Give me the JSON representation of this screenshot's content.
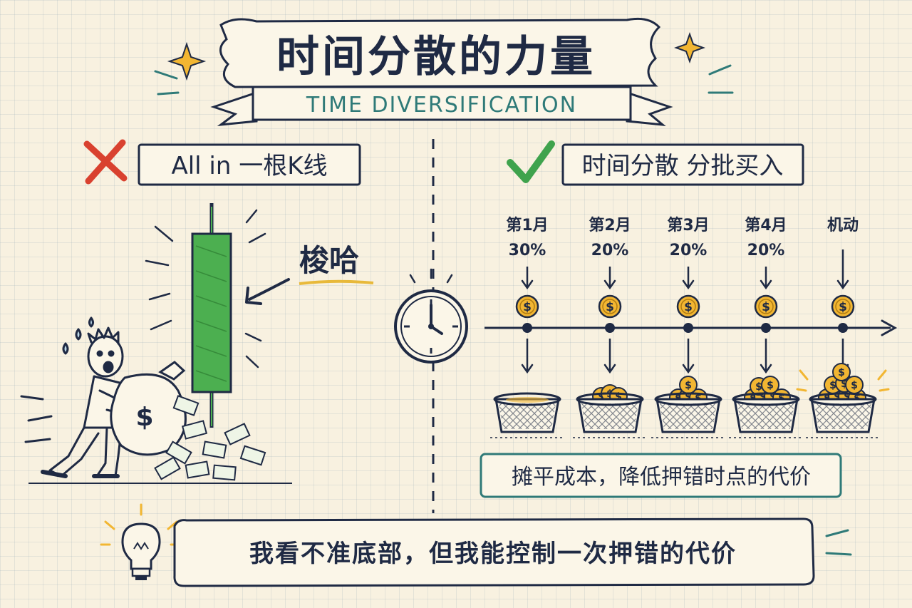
{
  "title": {
    "main": "时间分散的力量",
    "subtitle": "TIME DIVERSIFICATION"
  },
  "left": {
    "label": "All in 一根K线",
    "annotation": "梭哈"
  },
  "right": {
    "label": "时间分散 分批买入",
    "steps": [
      {
        "month": "第1月",
        "percent": "30%",
        "fill": 0
      },
      {
        "month": "第2月",
        "percent": "20%",
        "fill": 1
      },
      {
        "month": "第3月",
        "percent": "20%",
        "fill": 2
      },
      {
        "month": "第4月",
        "percent": "20%",
        "fill": 3
      },
      {
        "month": "机动",
        "percent": "",
        "fill": 4
      }
    ],
    "result": "摊平成本，降低押错时点的代价"
  },
  "footer": "我看不准底部，但我能控制一次押错的代价",
  "colors": {
    "ink": "#1f2a44",
    "teal": "#2f7a78",
    "green_candle": "#4caf50",
    "red_cross": "#d9412f",
    "check_green": "#3fa34d",
    "gold": "#f2b632",
    "highlight": "#e8b93a"
  },
  "icons": [
    "cross-icon",
    "check-icon",
    "clock-icon",
    "lightbulb-icon",
    "money-bag-icon",
    "coin-icon",
    "basket-icon",
    "sparkle-icon"
  ]
}
